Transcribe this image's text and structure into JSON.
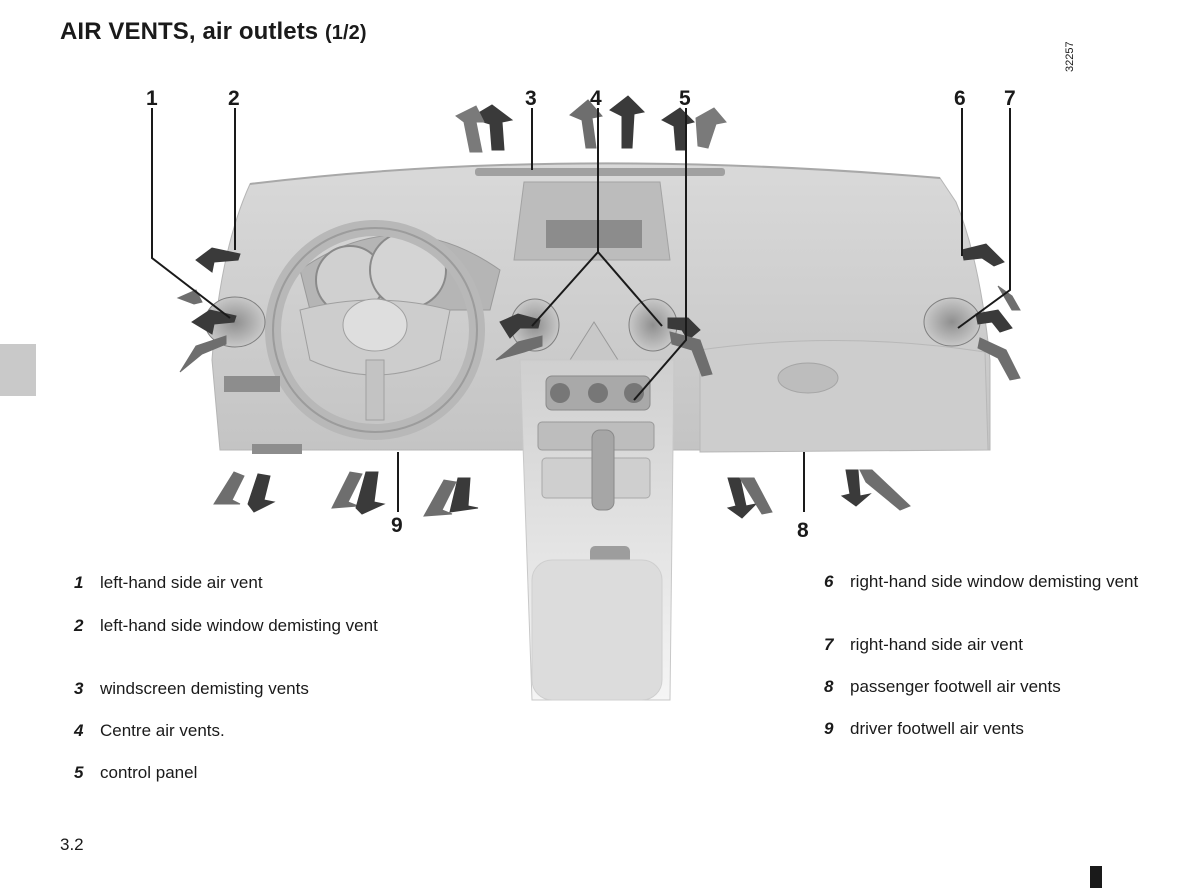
{
  "header": {
    "title": "AIR VENTS, air outlets",
    "title_part": "(1/2)"
  },
  "figure": {
    "code": "32257",
    "callouts": [
      "1",
      "2",
      "3",
      "4",
      "5",
      "6",
      "7",
      "8",
      "9"
    ]
  },
  "legend_left": [
    {
      "num": "1",
      "text": "left-hand side air vent"
    },
    {
      "num": "2",
      "text": "left-hand side window demisting vent"
    },
    {
      "num": "3",
      "text": "windscreen demisting vents"
    },
    {
      "num": "4",
      "text": "Centre air vents."
    },
    {
      "num": "5",
      "text": "control panel"
    }
  ],
  "legend_right": [
    {
      "num": "6",
      "text": "right-hand side window demisting vent"
    },
    {
      "num": "7",
      "text": "right-hand side air vent"
    },
    {
      "num": "8",
      "text": "passenger footwell air vents"
    },
    {
      "num": "9",
      "text": "driver footwell air vents"
    }
  ],
  "footer": {
    "page_number": "3.2"
  }
}
